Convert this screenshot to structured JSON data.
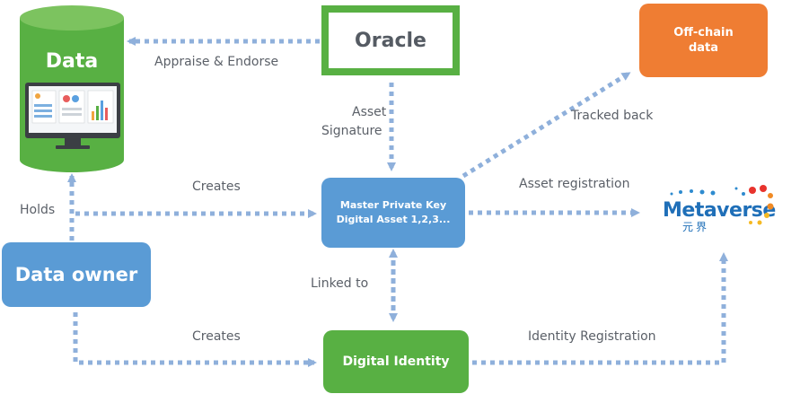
{
  "nodes": {
    "data": "Data",
    "oracle": "Oracle",
    "offchain": "Off-chain data",
    "offchain_line1": "Off-chain",
    "offchain_line2": "data",
    "master_line1": "Master Private Key",
    "master_line2": "Digital Asset 1,2,3...",
    "owner": "Data owner",
    "identity": "Digital Identity",
    "metaverse": "Metaverse",
    "metaverse_cn": "元界"
  },
  "edges": {
    "appraise": "Appraise & Endorse",
    "asset": "Asset",
    "signature": "Signature",
    "tracked": "Tracked back",
    "creates_top": "Creates",
    "holds": "Holds",
    "asset_reg": "Asset registration",
    "linked": "Linked to",
    "creates_bottom": "Creates",
    "identity_reg": "Identity Registration"
  },
  "colors": {
    "green": "#58b043",
    "blue": "#5a9bd5",
    "orange": "#ef7d33",
    "arrow": "#8fb0db",
    "text": "#5b6068"
  },
  "icons": [
    "dashboard-monitor-icon",
    "metaverse-logo"
  ]
}
